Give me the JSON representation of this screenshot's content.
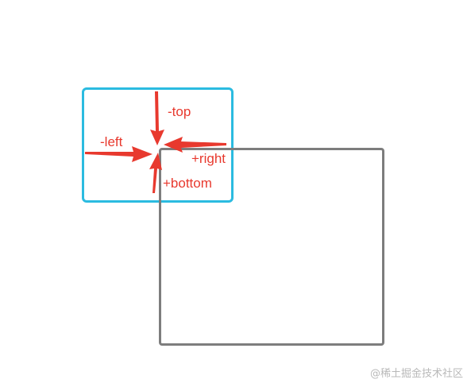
{
  "labels": {
    "top": "-top",
    "left": "-left",
    "right": "+right",
    "bottom": "+bottom"
  },
  "watermark": "@稀土掘金技术社区",
  "colors": {
    "outer_box": "#2bbbe0",
    "inner_box": "#7d7d7d",
    "arrow": "#e8392e",
    "label": "#e8392e",
    "watermark": "#b9b9b9"
  }
}
